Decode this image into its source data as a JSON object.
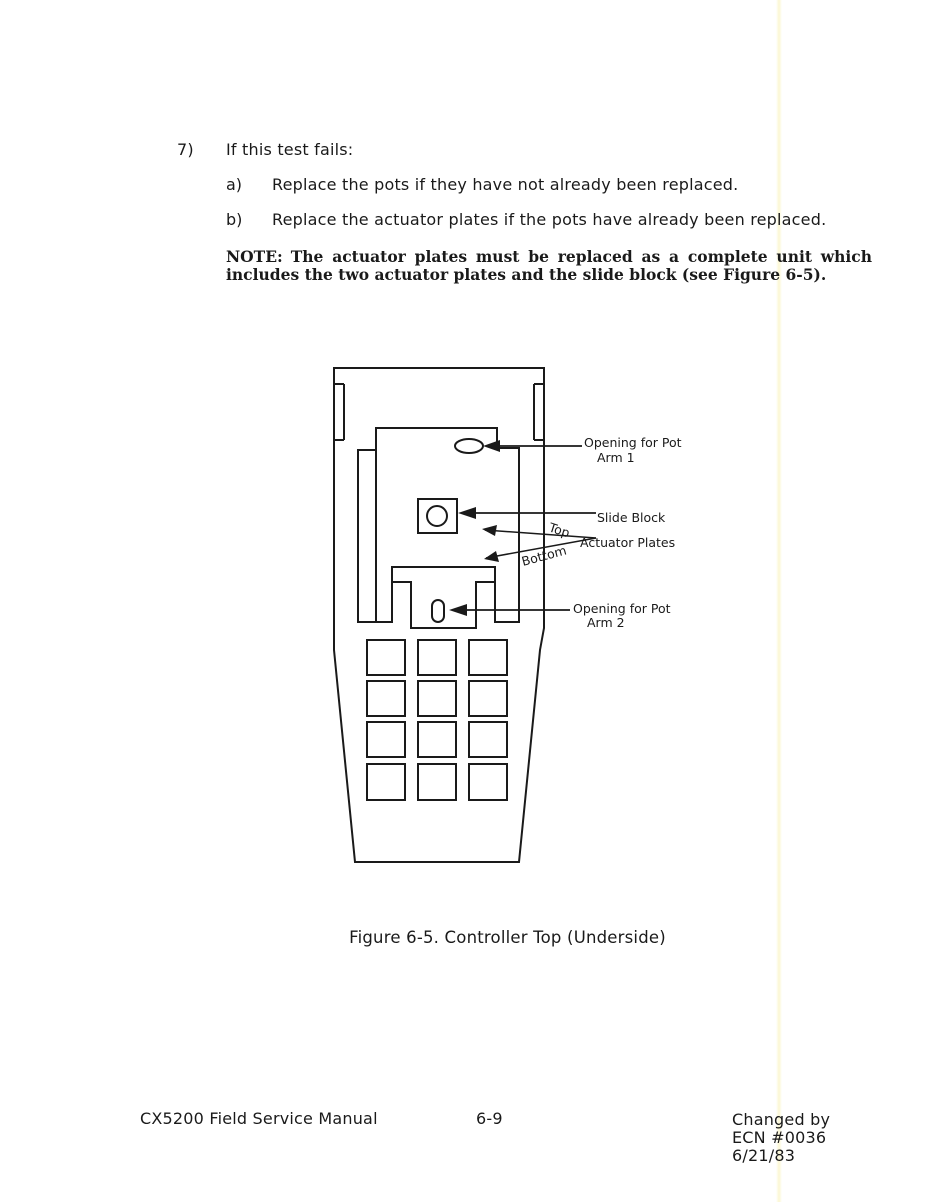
{
  "step": {
    "number": "7)",
    "text": "If this test fails:",
    "items": [
      {
        "letter": "a)",
        "text": "Replace the pots if they have not already been replaced."
      },
      {
        "letter": "b)",
        "text": "Replace the actuator plates if the pots have already been replaced."
      }
    ]
  },
  "note": {
    "label": "NOTE:",
    "text": "The actuator plates must be replaced as a complete unit which includes the two actuator plates and the slide block (see Figure 6-5)."
  },
  "figure": {
    "labels": {
      "opening_pot_arm1_line1": "Opening for Pot",
      "opening_pot_arm1_line2": "Arm 1",
      "slide_block": "Slide Block",
      "actuator_plates": "Actuator Plates",
      "top": "Top",
      "bottom": "Bottom",
      "opening_pot_arm2_line1": "Opening for Pot",
      "opening_pot_arm2_line2": "Arm 2"
    },
    "caption": "Figure 6-5. Controller Top (Underside)"
  },
  "footer": {
    "left": "CX5200 Field Service Manual",
    "center": "6-9",
    "right_line1": "Changed by",
    "right_line2": "ECN #0036",
    "right_line3": "6/21/83"
  }
}
